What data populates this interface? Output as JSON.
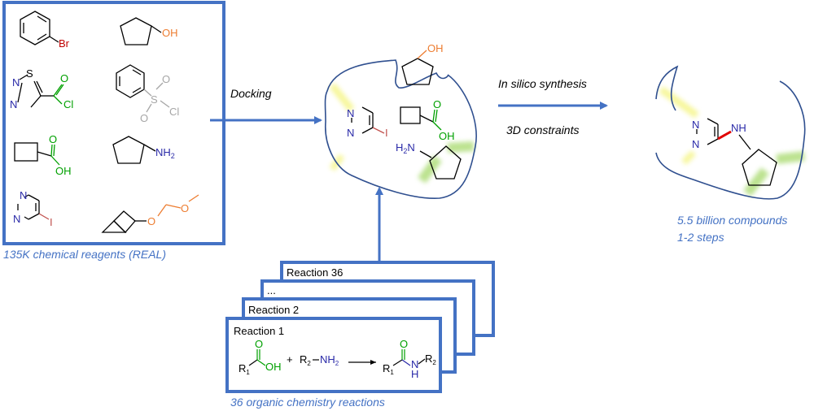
{
  "reagents": {
    "caption": "135K chemical reagents (REAL)",
    "atoms": {
      "br": "Br",
      "oh1": "OH",
      "s": "S",
      "n_a": "N",
      "n_b": "N",
      "o_acyl": "O",
      "cl_acyl": "Cl",
      "s_sulf": "S",
      "o_s1": "O",
      "o_s2": "O",
      "cl_sulf": "Cl",
      "o_acid": "O",
      "oh_acid": "OH",
      "nh2": "NH",
      "nh2_sub": "2",
      "n_p1": "N",
      "n_p2": "N",
      "iodo": "I",
      "o_ether1": "O",
      "o_ether2": "O"
    }
  },
  "docking": {
    "label": "Docking",
    "atoms": {
      "oh": "OH",
      "n1": "N",
      "n2": "N",
      "iodo": "I",
      "o_acid": "O",
      "oh_acid": "OH",
      "h2n_h": "H",
      "h2n_sub": "2",
      "h2n_n": "N"
    }
  },
  "synthesis": {
    "label_top": "In silico synthesis",
    "label_bottom": "3D constraints"
  },
  "product": {
    "atoms": {
      "n1": "N",
      "n2": "N",
      "nh": "NH"
    },
    "caption_line1": "5.5 billion compounds",
    "caption_line2": "1-2 steps"
  },
  "reactions": {
    "labels": [
      "Reaction 36",
      "...",
      "Reaction 2",
      "Reaction 1"
    ],
    "caption": "36 organic chemistry reactions",
    "scheme": {
      "r1": "R",
      "r1_sub": "1",
      "o_acid": "O",
      "oh": "OH",
      "plus": "+",
      "r2": "R",
      "r2_sub": "2",
      "nh2": "NH",
      "nh2_sub": "2",
      "p_r1": "R",
      "p_r1_sub": "1",
      "p_o": "O",
      "p_n": "N",
      "p_h": "H",
      "p_r2": "R",
      "p_r2_sub": "2"
    }
  },
  "colors": {
    "frame": "#4472c4",
    "caption": "#4472c4",
    "bromine": "#c00000",
    "hydroxyl": "#ed7d31",
    "chlorine_green": "#00a000",
    "nitrogen": "#2a2aa8",
    "sulfonyl_gray": "#a6a6a6",
    "iodine": "#c0504d",
    "pocket": "#2f4f8f",
    "new_bond": "#e00000"
  }
}
